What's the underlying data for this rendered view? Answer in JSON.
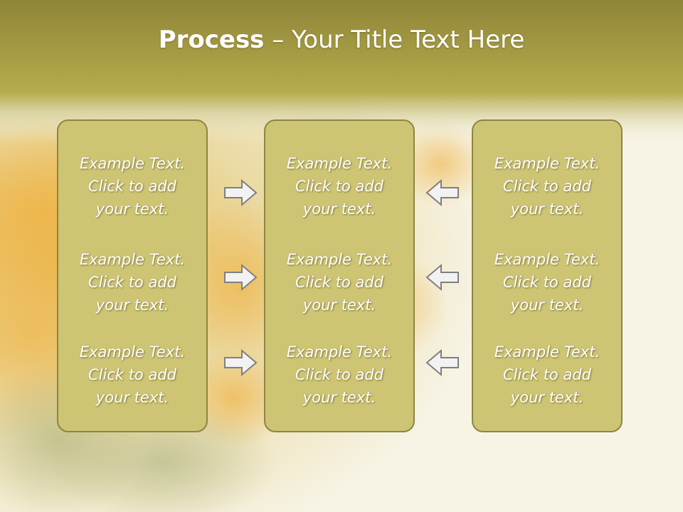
{
  "slide": {
    "title_bold": "Process",
    "title_rest": " – Your Title Text Here"
  },
  "columns": [
    {
      "items": [
        {
          "l1": "Example Text.",
          "l2": "Click  to add",
          "l3": "your text."
        },
        {
          "l1": "Example Text.",
          "l2": "Click  to add",
          "l3": "your text."
        },
        {
          "l1": "Example Text.",
          "l2": "Click  to add",
          "l3": "your text."
        }
      ]
    },
    {
      "items": [
        {
          "l1": "Example Text.",
          "l2": "Click  to add",
          "l3": "your text."
        },
        {
          "l1": "Example Text.",
          "l2": "Click  to add",
          "l3": "your text."
        },
        {
          "l1": "Example Text.",
          "l2": "Click  to add",
          "l3": "your text."
        }
      ]
    },
    {
      "items": [
        {
          "l1": "Example Text.",
          "l2": "Click  to add",
          "l3": "your text."
        },
        {
          "l1": "Example Text.",
          "l2": "Click  to add",
          "l3": "your text."
        },
        {
          "l1": "Example Text.",
          "l2": "Click  to add",
          "l3": "your text."
        }
      ]
    }
  ],
  "arrows": {
    "left_group": "right-arrow-icon",
    "right_group": "left-arrow-icon"
  },
  "colors": {
    "title_band": "#b5aa48",
    "box_fill": "#cdc474",
    "box_border": "#8e8640",
    "text": "#ffffff",
    "arrow_fill": "#f2f2f2",
    "arrow_stroke": "#7f7f7f"
  }
}
